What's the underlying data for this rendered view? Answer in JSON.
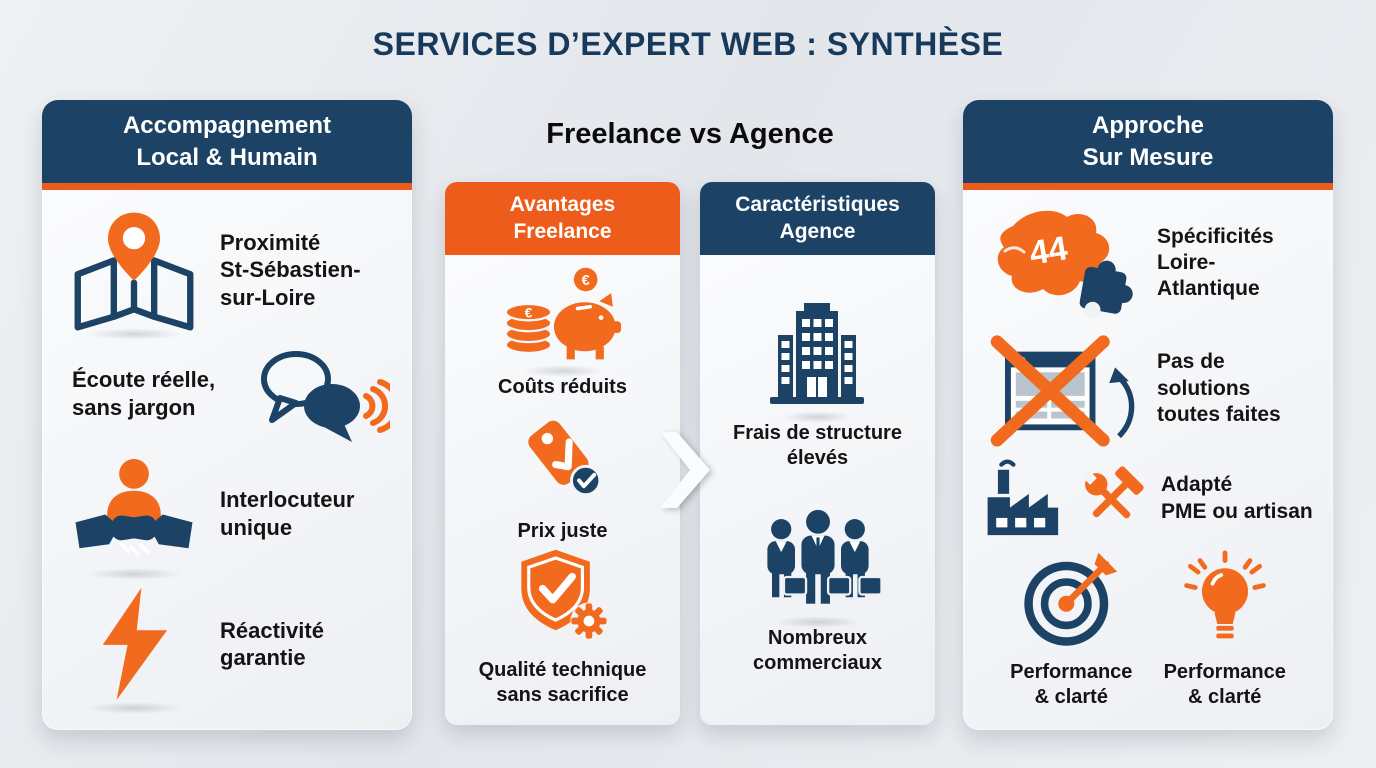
{
  "title": "SERVICES D’EXPERT WEB : SYNTHÈSE",
  "colors": {
    "navy": "#1c4365",
    "orange": "#ee5c1c",
    "orange_icon": "#f26a1e",
    "background": "#e7eaee",
    "panel": "#f4f5f7",
    "text": "#141414"
  },
  "left_panel": {
    "title": "Accompagnement\nLocal & Humain",
    "items": [
      {
        "icon": "map-pin-icon",
        "label": "Proximité\nSt-Sébastien-\nsur-Loire"
      },
      {
        "icon": "chat-bubbles-icon",
        "label": "Écoute réelle,\nsans jargon"
      },
      {
        "icon": "single-contact-handshake-icon",
        "label": "Interlocuteur\nunique"
      },
      {
        "icon": "lightning-icon",
        "label": "Réactivité\ngarantie"
      }
    ]
  },
  "comparison": {
    "title": "Freelance vs Agence",
    "freelance": {
      "header": "Avantages\nFreelance",
      "items": [
        {
          "icon": "coins-piggy-bank-icon",
          "label": "Coûts réduits"
        },
        {
          "icon": "price-tag-check-icon",
          "label": "Prix juste"
        },
        {
          "icon": "shield-check-gear-icon",
          "label": "Qualité technique\nsans sacrifice"
        }
      ]
    },
    "agency": {
      "header": "Caractéristiques\nAgence",
      "items": [
        {
          "icon": "office-building-icon",
          "label": "Frais de structure\nélevés"
        },
        {
          "icon": "sales-team-icon",
          "label": "Nombreux\ncommerciaux"
        }
      ]
    }
  },
  "right_panel": {
    "title": "Approche\nSur Mesure",
    "map_badge": "44",
    "items": [
      {
        "icon": "department-map-puzzle-icon",
        "label": "Spécificités\nLoire-Atlantique"
      },
      {
        "icon": "crossed-template-window-icon",
        "label": "Pas de solutions\ntoutes faites"
      },
      {
        "icon": "factory-and-tools-icon",
        "label": "Adapté\nPME ou artisan"
      },
      {
        "icon": "target-arrow-icon",
        "label": "Performance\n& clarté"
      },
      {
        "icon": "lightbulb-icon",
        "label": "Performance\n& clarté"
      }
    ]
  }
}
